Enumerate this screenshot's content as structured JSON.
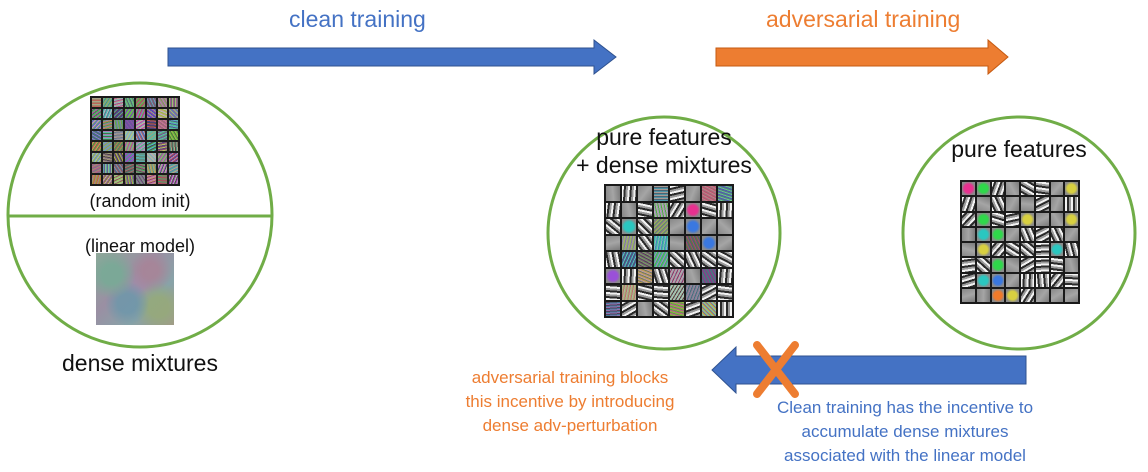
{
  "stages": {
    "clean_training": "clean training",
    "adversarial_training": "adversarial training"
  },
  "left_circle": {
    "top_caption": "(random init)",
    "bottom_caption": "(linear model)",
    "label": "dense mixtures"
  },
  "middle_circle": {
    "line1": "pure features",
    "line2": "+ dense mixtures"
  },
  "right_circle": {
    "title": "pure features"
  },
  "notes": {
    "blocked": [
      "adversarial training blocks",
      "this incentive by introducing",
      "dense adv-perturbation"
    ],
    "incentive": [
      "Clean training has the incentive to",
      "accumulate dense mixtures",
      "associated with the linear model"
    ]
  },
  "colors": {
    "blue": "#4472c4",
    "orange": "#ed7d31",
    "circle_green": "#70ad47"
  }
}
